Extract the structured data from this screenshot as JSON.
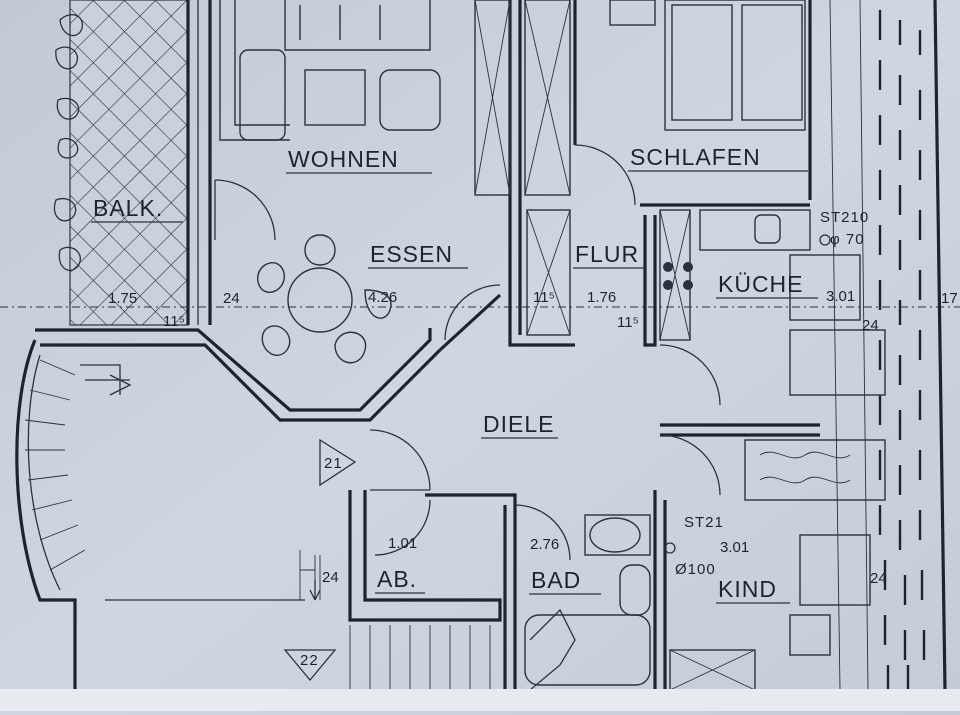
{
  "rooms": {
    "wohnen": "WOHNEN",
    "schlafen": "SCHLAFEN",
    "balk": "BALK.",
    "essen": "ESSEN",
    "flur": "FLUR",
    "kueche": "KÜCHE",
    "diele": "DIELE",
    "ab": "AB.",
    "bad": "BAD",
    "kind": "KIND"
  },
  "dimensions": {
    "balk_width": "1.75",
    "wall_24_a": "24",
    "wall_11_a": "11⁵",
    "essen_width": "4.26",
    "wall_11_b": "11⁵",
    "flur_width": "1.76",
    "wall_11_c": "11⁵",
    "kueche_width": "3.01",
    "edge_17": "17",
    "wall_24_b": "24",
    "ab_width": "1.01",
    "bad_width": "2.76",
    "kind_width": "3.01",
    "wall_24_c": "24",
    "wall_24_d": "24"
  },
  "notes": {
    "st210": "ST210",
    "dia70": "φ 70",
    "st21": "ST21",
    "dia100": "Ø100",
    "stair_21": "21",
    "stair_22": "22"
  }
}
